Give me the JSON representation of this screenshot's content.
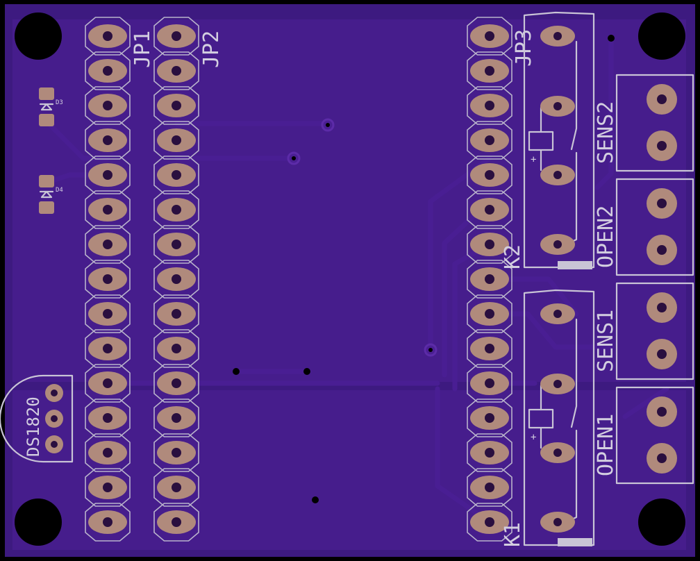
{
  "board": {
    "colors": {
      "background": "#000000",
      "board": "#3d1a80",
      "copper_pour": "#4a1f92",
      "trace": "#4a1f93",
      "pad": "#b08a7c",
      "silkscreen": "#c9c4d6"
    }
  },
  "labels": {
    "jp1": "JP1",
    "jp2": "JP2",
    "jp3": "JP3",
    "k1": "K1",
    "k2": "K2",
    "sens1": "SENS1",
    "sens2": "SENS2",
    "open1": "OPEN1",
    "open2": "OPEN2",
    "ds1820": "DS1820",
    "d3": "D3",
    "d4": "D4"
  },
  "headers": {
    "jp1_pin_count": 15,
    "jp2_pin_count": 15,
    "jp3_pin_count": 15
  }
}
